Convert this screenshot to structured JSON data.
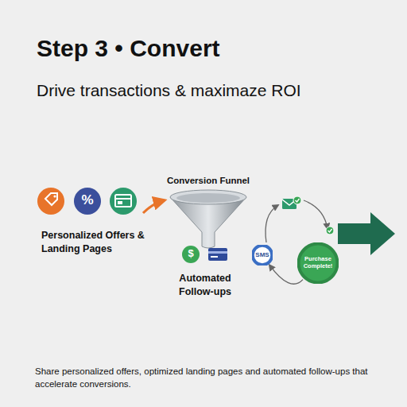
{
  "diagram": {
    "title": "Step 3 • Convert",
    "caption": "Share personalized offers, optimized landing pages and automated follow-ups that accelerate conversions.",
    "nodes": [
      {
        "text": [
          "SMS"
        ]
      },
      {
        "text": [
          "Purchase Complete!"
        ]
      }
    ],
    "edges": [
      {
        "from": 1,
        "to": 0,
        "arrow": "to"
      }
    ],
    "labels": [
      "Drive transactions & maximaze ROI",
      "%",
      "Personalized Offers & Landing Pages",
      "Conversion Funnel",
      "$",
      "Automated Follow-ups"
    ]
  }
}
